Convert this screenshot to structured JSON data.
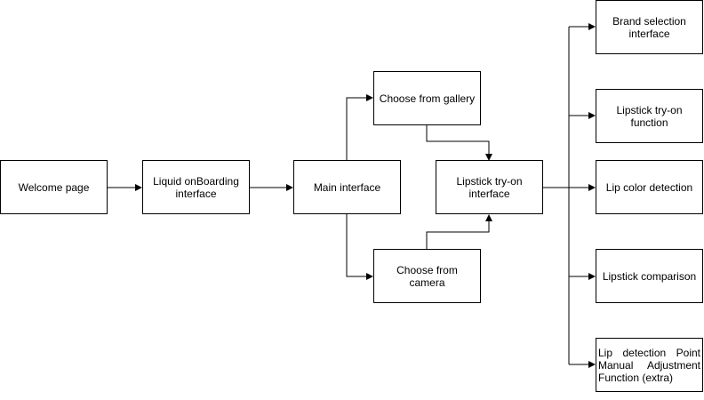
{
  "nodes": {
    "welcome": "Welcome page",
    "onboarding": "Liquid onBoarding interface",
    "main": "Main interface",
    "gallery": "Choose from gallery",
    "camera": "Choose from camera",
    "tryon_interface": "Lipstick try-on interface",
    "brand": "Brand selection interface",
    "tryon_function": "Lipstick try-on function",
    "lip_color": "Lip color detection",
    "comparison": "Lipstick comparison",
    "manual": "Lip detection Point Manual Adjustment Function (extra)"
  },
  "edges": [
    [
      "welcome",
      "onboarding"
    ],
    [
      "onboarding",
      "main"
    ],
    [
      "main",
      "gallery"
    ],
    [
      "main",
      "camera"
    ],
    [
      "gallery",
      "tryon_interface"
    ],
    [
      "camera",
      "tryon_interface"
    ],
    [
      "tryon_interface",
      "brand"
    ],
    [
      "tryon_interface",
      "tryon_function"
    ],
    [
      "tryon_interface",
      "lip_color"
    ],
    [
      "tryon_interface",
      "comparison"
    ],
    [
      "tryon_interface",
      "manual"
    ]
  ]
}
